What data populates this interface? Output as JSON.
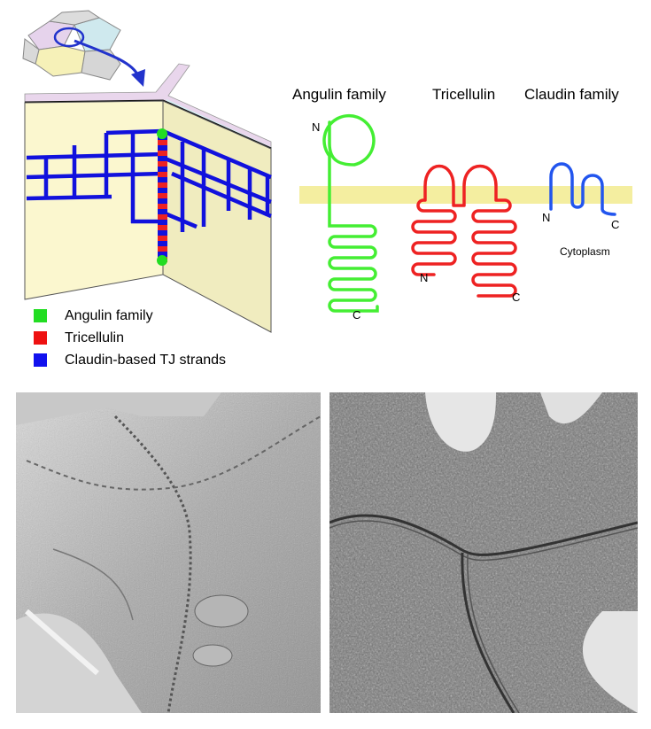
{
  "top_right_labels": {
    "angulin": "Angulin family",
    "tricellulin": "Tricellulin",
    "claudin": "Claudin family",
    "cytoplasm": "Cytoplasm",
    "n": "N",
    "c": "C"
  },
  "legend": [
    {
      "label": "Angulin family",
      "color": "#22dd22"
    },
    {
      "label": "Tricellulin",
      "color": "#ee1111"
    },
    {
      "label": "Claudin-based TJ strands",
      "color": "#1111ee"
    }
  ],
  "colors": {
    "angulin": "#44ee33",
    "tricellulin": "#ee2222",
    "claudin": "#2255ee",
    "tj_strand": "#1111dd",
    "membrane": "#f4eea0",
    "cell_face": "#fbf7cf",
    "cell_face_right": "#f0ecbf",
    "arrow": "#2233cc"
  },
  "icons": {
    "freeze_fracture_photo": "freeze-fracture-micrograph",
    "thin_section_photo": "thin-section-micrograph"
  }
}
